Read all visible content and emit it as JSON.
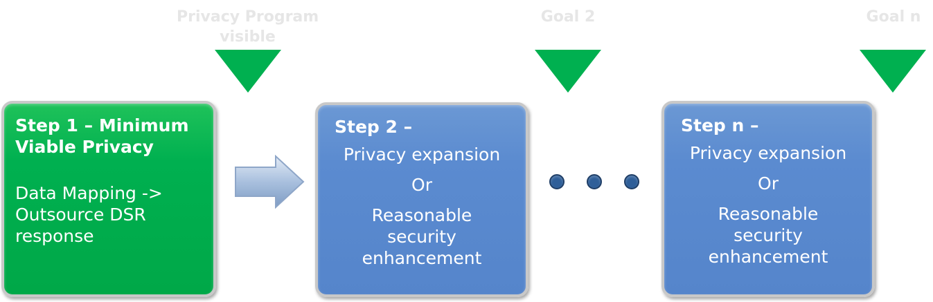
{
  "goals": [
    {
      "label_line1": "Privacy Program",
      "label_line2": "visible"
    },
    {
      "label_line1": "Goal 2"
    },
    {
      "label_line1": "Goal n"
    }
  ],
  "colors": {
    "goal_label": "#e6e6e6",
    "goal_marker": "#00b050",
    "step1_fill": "#00b050",
    "step_blue_fill": "#5b8bd0",
    "box_border": "#c8c8c8",
    "dot_fill": "#2f5f99",
    "arrow_fill": "#a9c0de"
  },
  "steps": [
    {
      "title_line1": "Step 1 – Minimum",
      "title_line2": "Viable Privacy",
      "body_line1": "Data Mapping ->",
      "body_line2": "Outsource DSR",
      "body_line3": "response"
    },
    {
      "title": "Step 2 –",
      "line1": "Privacy expansion",
      "line2": "Or",
      "line3": "Reasonable",
      "line4": "security",
      "line5": "enhancement"
    },
    {
      "title": "Step n –",
      "line1": "Privacy expansion",
      "line2": "Or",
      "line3": "Reasonable",
      "line4": "security",
      "line5": "enhancement"
    }
  ],
  "continuation_dots": 3
}
